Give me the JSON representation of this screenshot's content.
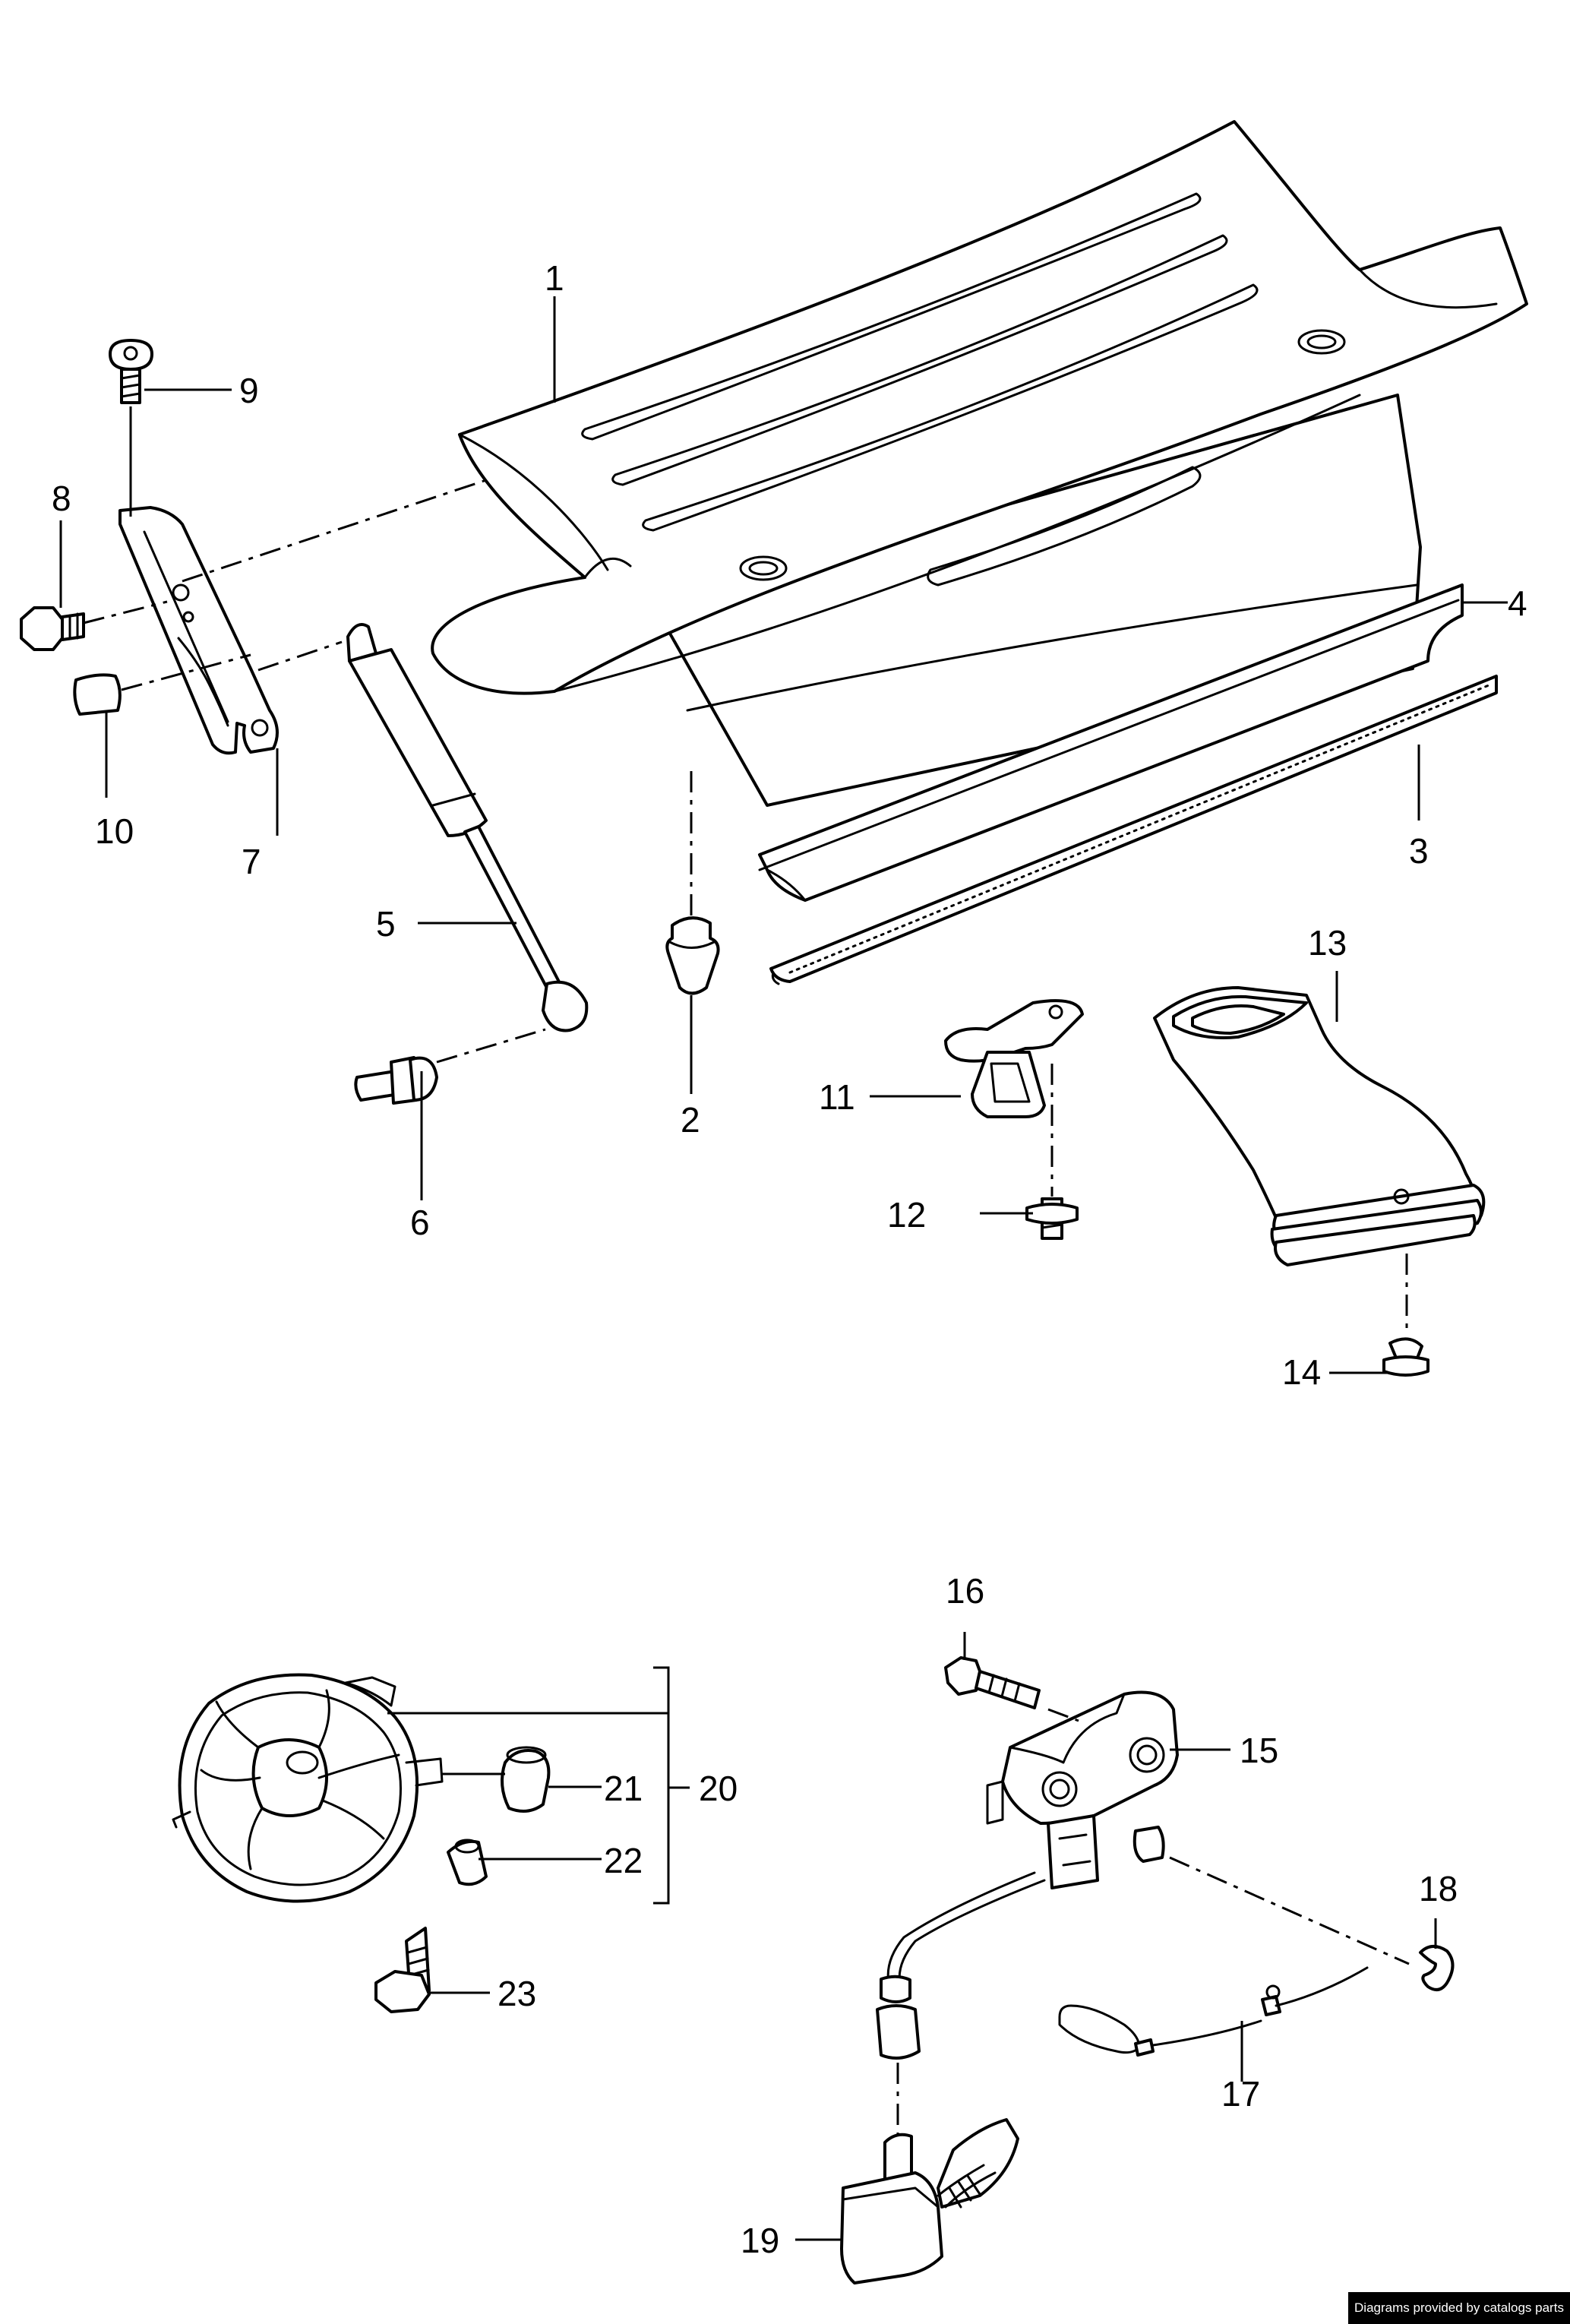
{
  "callouts": [
    {
      "id": "1",
      "text": "1"
    },
    {
      "id": "2",
      "text": "2"
    },
    {
      "id": "3",
      "text": "3"
    },
    {
      "id": "4",
      "text": "4"
    },
    {
      "id": "5",
      "text": "5"
    },
    {
      "id": "6",
      "text": "6"
    },
    {
      "id": "7",
      "text": "7"
    },
    {
      "id": "8",
      "text": "8"
    },
    {
      "id": "9",
      "text": "9"
    },
    {
      "id": "10",
      "text": "10"
    },
    {
      "id": "11",
      "text": "11"
    },
    {
      "id": "12",
      "text": "12"
    },
    {
      "id": "13",
      "text": "13"
    },
    {
      "id": "14",
      "text": "14"
    },
    {
      "id": "15",
      "text": "15"
    },
    {
      "id": "16",
      "text": "16"
    },
    {
      "id": "17",
      "text": "17"
    },
    {
      "id": "18",
      "text": "18"
    },
    {
      "id": "19",
      "text": "19"
    },
    {
      "id": "20",
      "text": "20"
    },
    {
      "id": "21",
      "text": "21"
    },
    {
      "id": "22",
      "text": "22"
    },
    {
      "id": "23",
      "text": "23"
    }
  ],
  "watermark": "Diagrams provided by catalogs parts",
  "colors": {
    "line": "#000000",
    "background": "#ffffff",
    "watermark_bg": "#000000",
    "watermark_text": "#ffffff"
  }
}
